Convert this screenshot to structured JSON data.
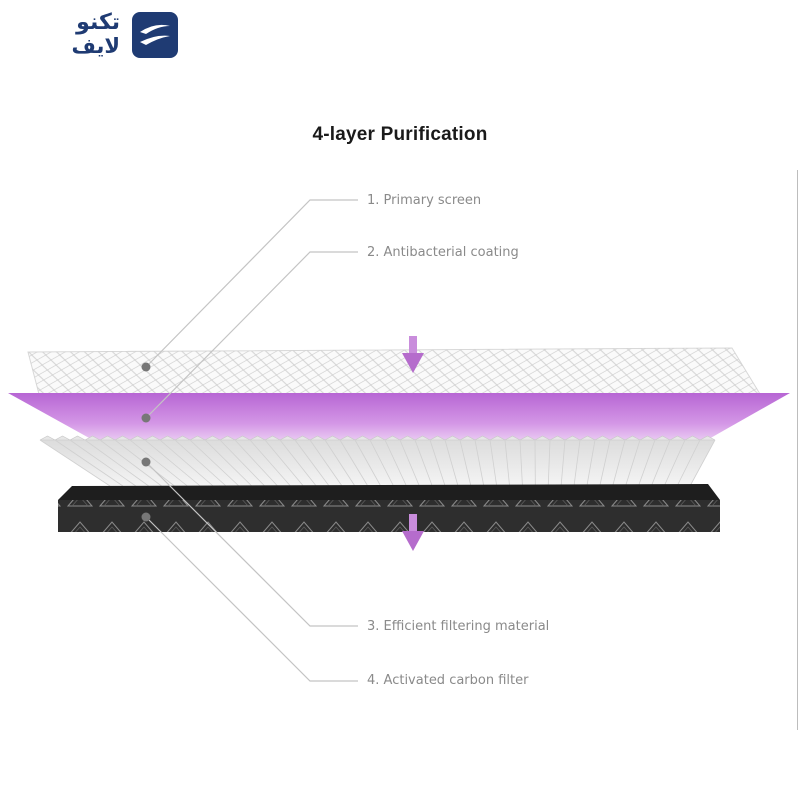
{
  "logo": {
    "line1": "تکنو",
    "line2": "لایف",
    "brand_color": "#1f3b73"
  },
  "title": "4-layer Purification",
  "layers": [
    {
      "number": "1",
      "label": "1. Primary screen"
    },
    {
      "number": "2",
      "label": "2. Antibacterial coating"
    },
    {
      "number": "3",
      "label": "3. Efficient filtering material"
    },
    {
      "number": "4",
      "label": "4. Activated carbon filter"
    }
  ],
  "colors": {
    "coating": "#c77fdc",
    "arrow": "#b56ccc",
    "carbon": "#2b2b2b",
    "leader_line": "#c4c4c4",
    "dot": "#777777"
  },
  "icons": [
    "down-arrow-icon",
    "down-arrow-icon"
  ]
}
